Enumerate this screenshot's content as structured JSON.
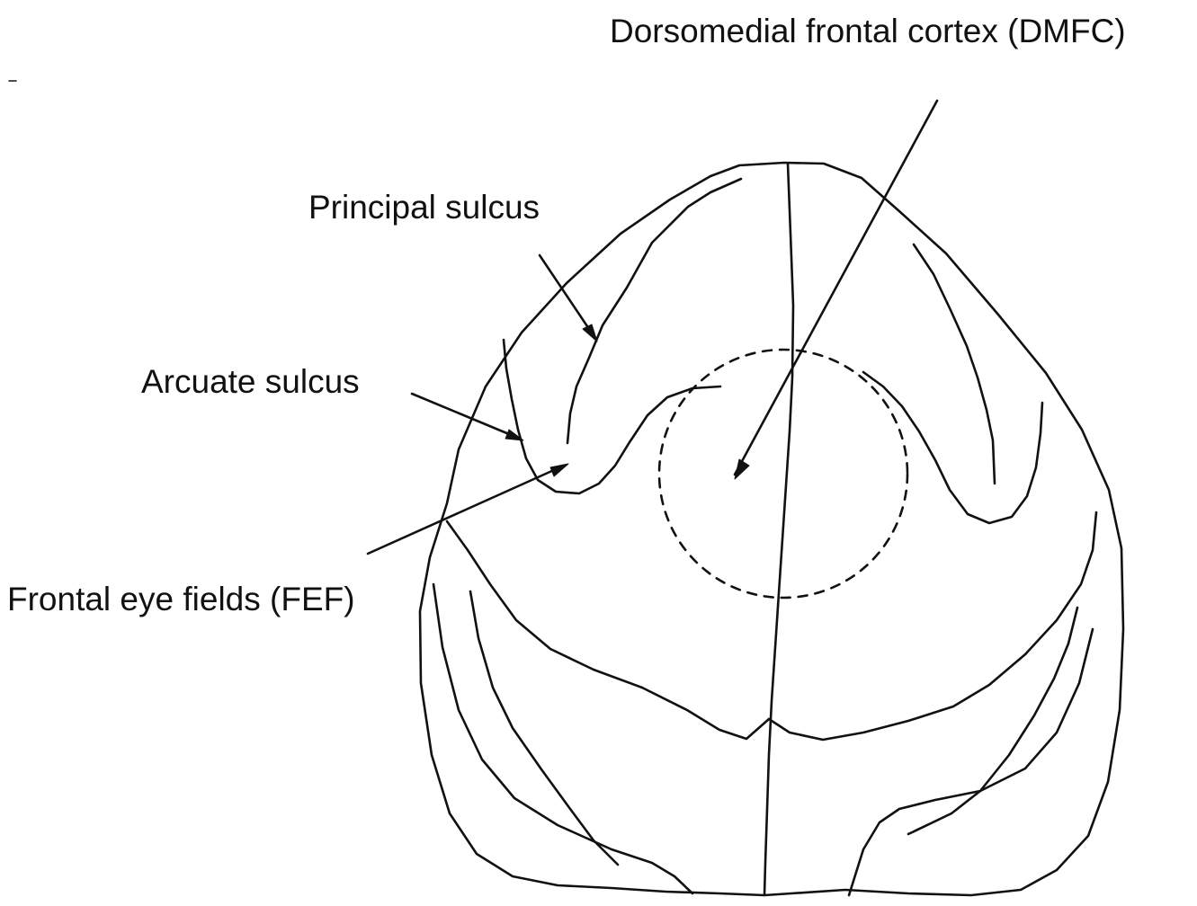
{
  "diagram": {
    "labels": {
      "dmfc": "Dorsomedial frontal cortex (DMFC)",
      "principal_sulcus": "Principal sulcus",
      "arcuate_sulcus": "Arcuate sulcus",
      "fef": "Frontal eye fields (FEF)"
    },
    "colors": {
      "ink": "#111111",
      "background": "#ffffff"
    }
  }
}
